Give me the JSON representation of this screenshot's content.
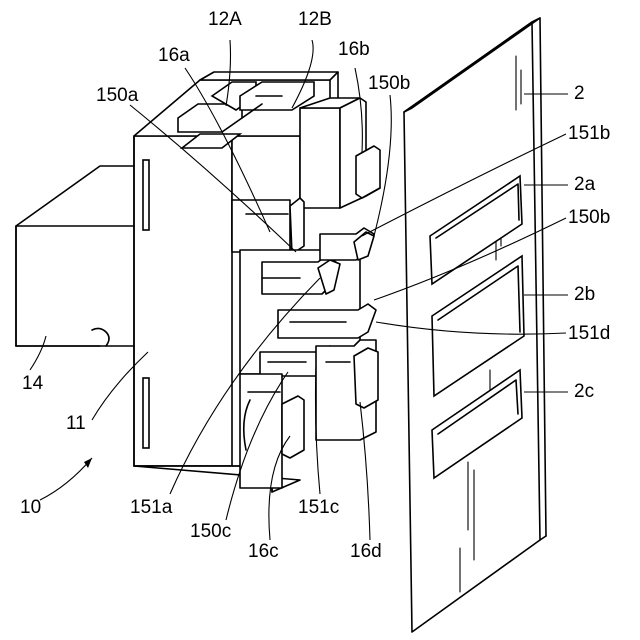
{
  "labels": {
    "l_12A": "12A",
    "l_12B": "12B",
    "l_16a": "16a",
    "l_16b": "16b",
    "l_150a": "150a",
    "l_150b_top": "150b",
    "l_2": "2",
    "l_151b": "151b",
    "l_2a": "2a",
    "l_150b_mid": "150b",
    "l_2b": "2b",
    "l_151d": "151d",
    "l_2c": "2c",
    "l_14": "14",
    "l_11": "11",
    "l_10": "10",
    "l_151a": "151a",
    "l_150c": "150c",
    "l_16c": "16c",
    "l_151c": "151c",
    "l_16d": "16d"
  }
}
